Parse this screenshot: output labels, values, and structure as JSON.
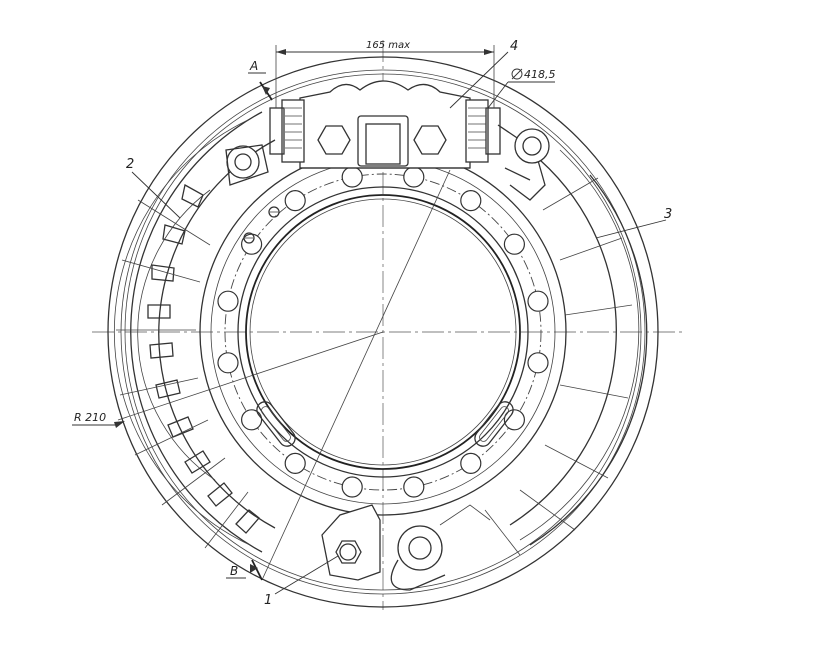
{
  "labels": {
    "item_1": "1",
    "item_2": "2",
    "item_3": "3",
    "item_4": "4",
    "view_a": "A",
    "view_b": "B",
    "dim_width": "165 max",
    "dim_diameter": "418,5",
    "dim_radius": "R 210"
  }
}
